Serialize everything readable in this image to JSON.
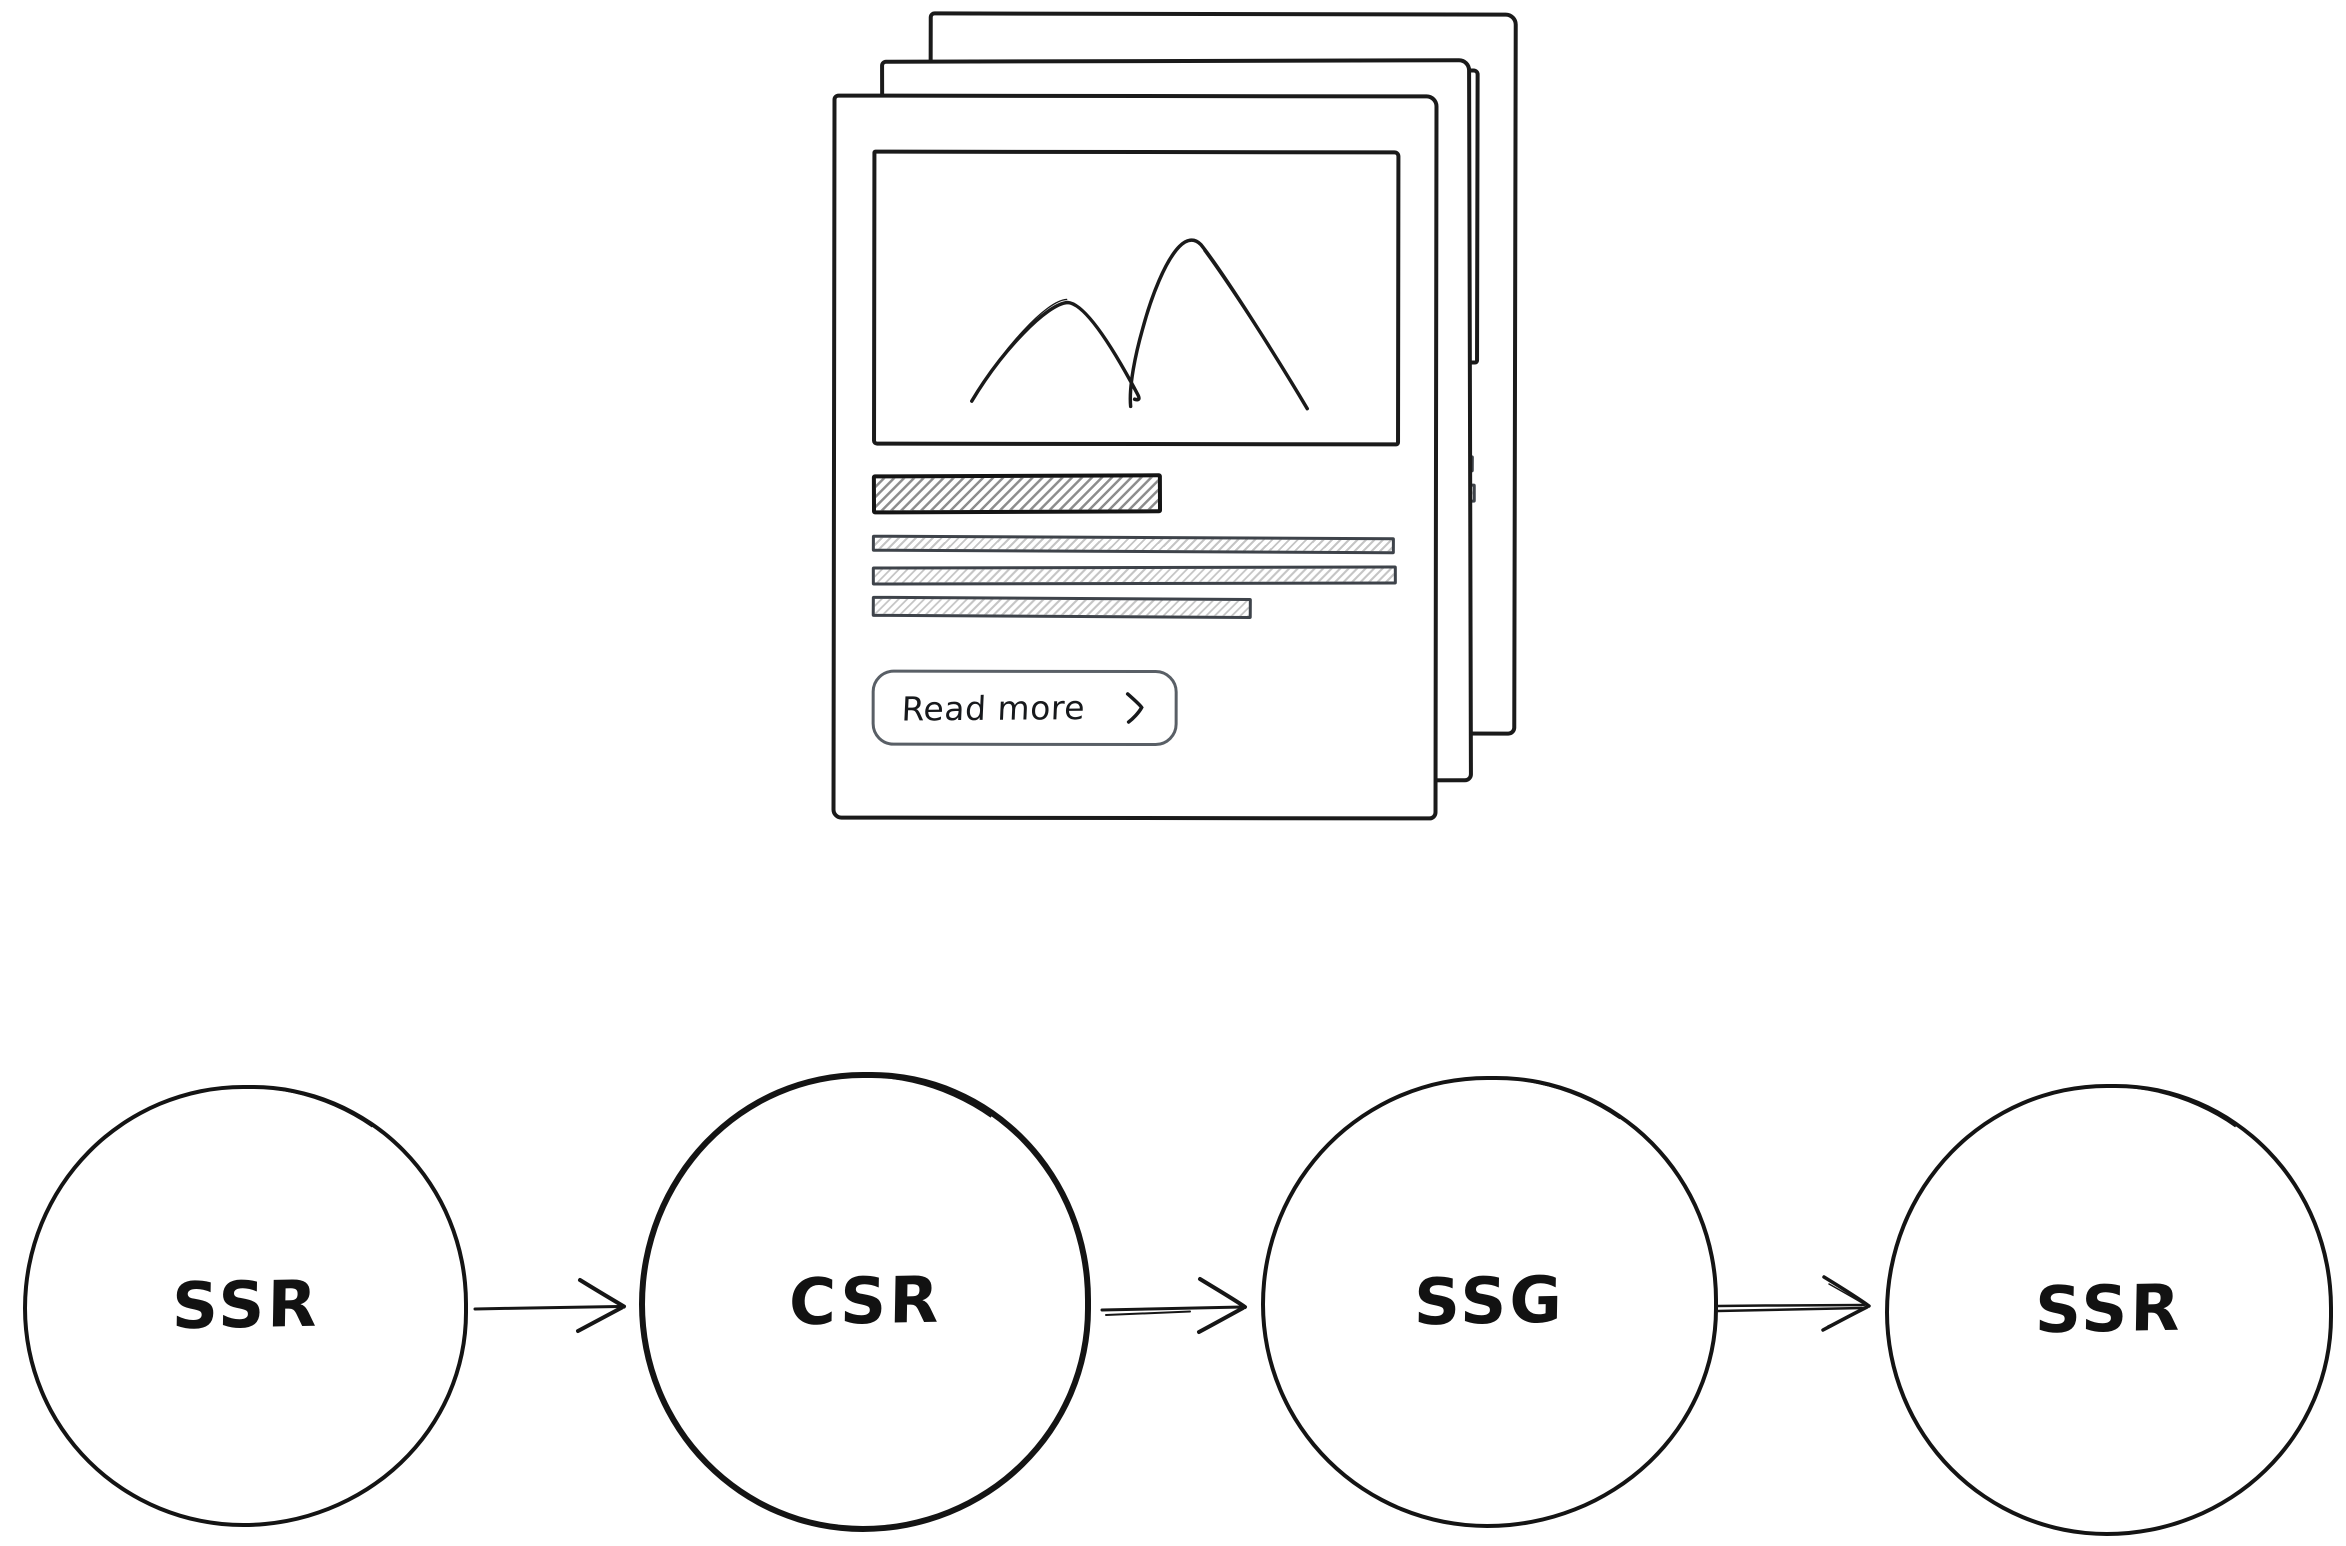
{
  "stack": {
    "cards_count": 3,
    "read_more_label": "Read more",
    "icons": {
      "image_placeholder": "mountains-icon",
      "button_chevron": "chevron-right-icon"
    }
  },
  "flow": {
    "nodes": [
      {
        "label": "SSR"
      },
      {
        "label": "CSR"
      },
      {
        "label": "SSG"
      },
      {
        "label": "SSR"
      }
    ],
    "arrow_count": 3,
    "direction": "left-to-right"
  },
  "colors": {
    "ink": "#1a1a1a",
    "title_hatch": "#8d8d8d",
    "line_hatch": "#c5c5c5",
    "line_border": "#3e434a",
    "button_border": "#595f66",
    "background": "#ffffff"
  }
}
